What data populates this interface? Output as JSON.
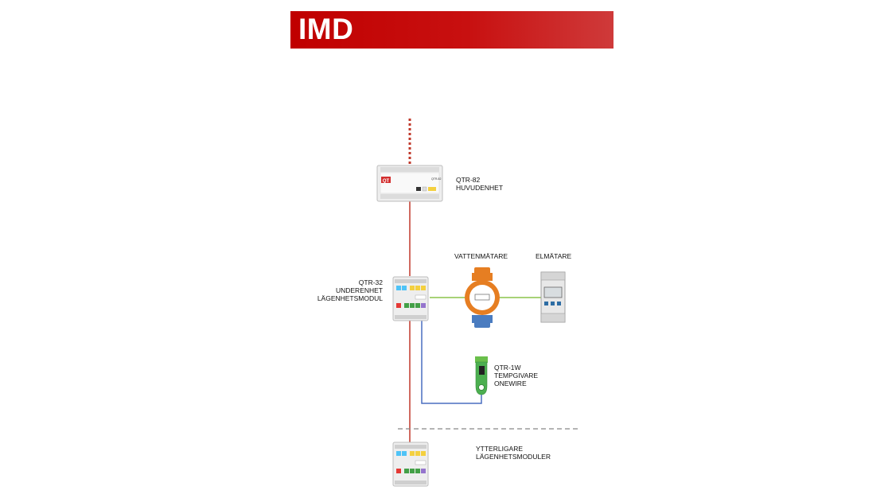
{
  "banner": {
    "title": "IMD",
    "color": "#c00000"
  },
  "devices": {
    "main_unit": {
      "line1": "QTR-82",
      "line2": "HUVUDENHET",
      "logo": "QT",
      "model_small": "QTR-82"
    },
    "sub_unit": {
      "line1": "QTR-32",
      "line2": "UNDERENHET",
      "line3": "LÄGENHETSMODUL"
    },
    "water_meter": {
      "label": "VATTENMÄTARE"
    },
    "electric_meter": {
      "label": "ELMÄTARE"
    },
    "temp_sensor": {
      "line1": "QTR-1W",
      "line2": "TEMPGIVARE",
      "line3": "ONEWIRE"
    },
    "additional": {
      "line1": "YTTERLIGARE",
      "line2": "LÄGENHETSMODULER"
    }
  },
  "colors": {
    "bus_red": "#c0392b",
    "meter_green": "#8bc34a",
    "onewire_blue": "#4a6fc0",
    "dashed_separator": "#888888",
    "meter_orange": "#e67e22"
  }
}
